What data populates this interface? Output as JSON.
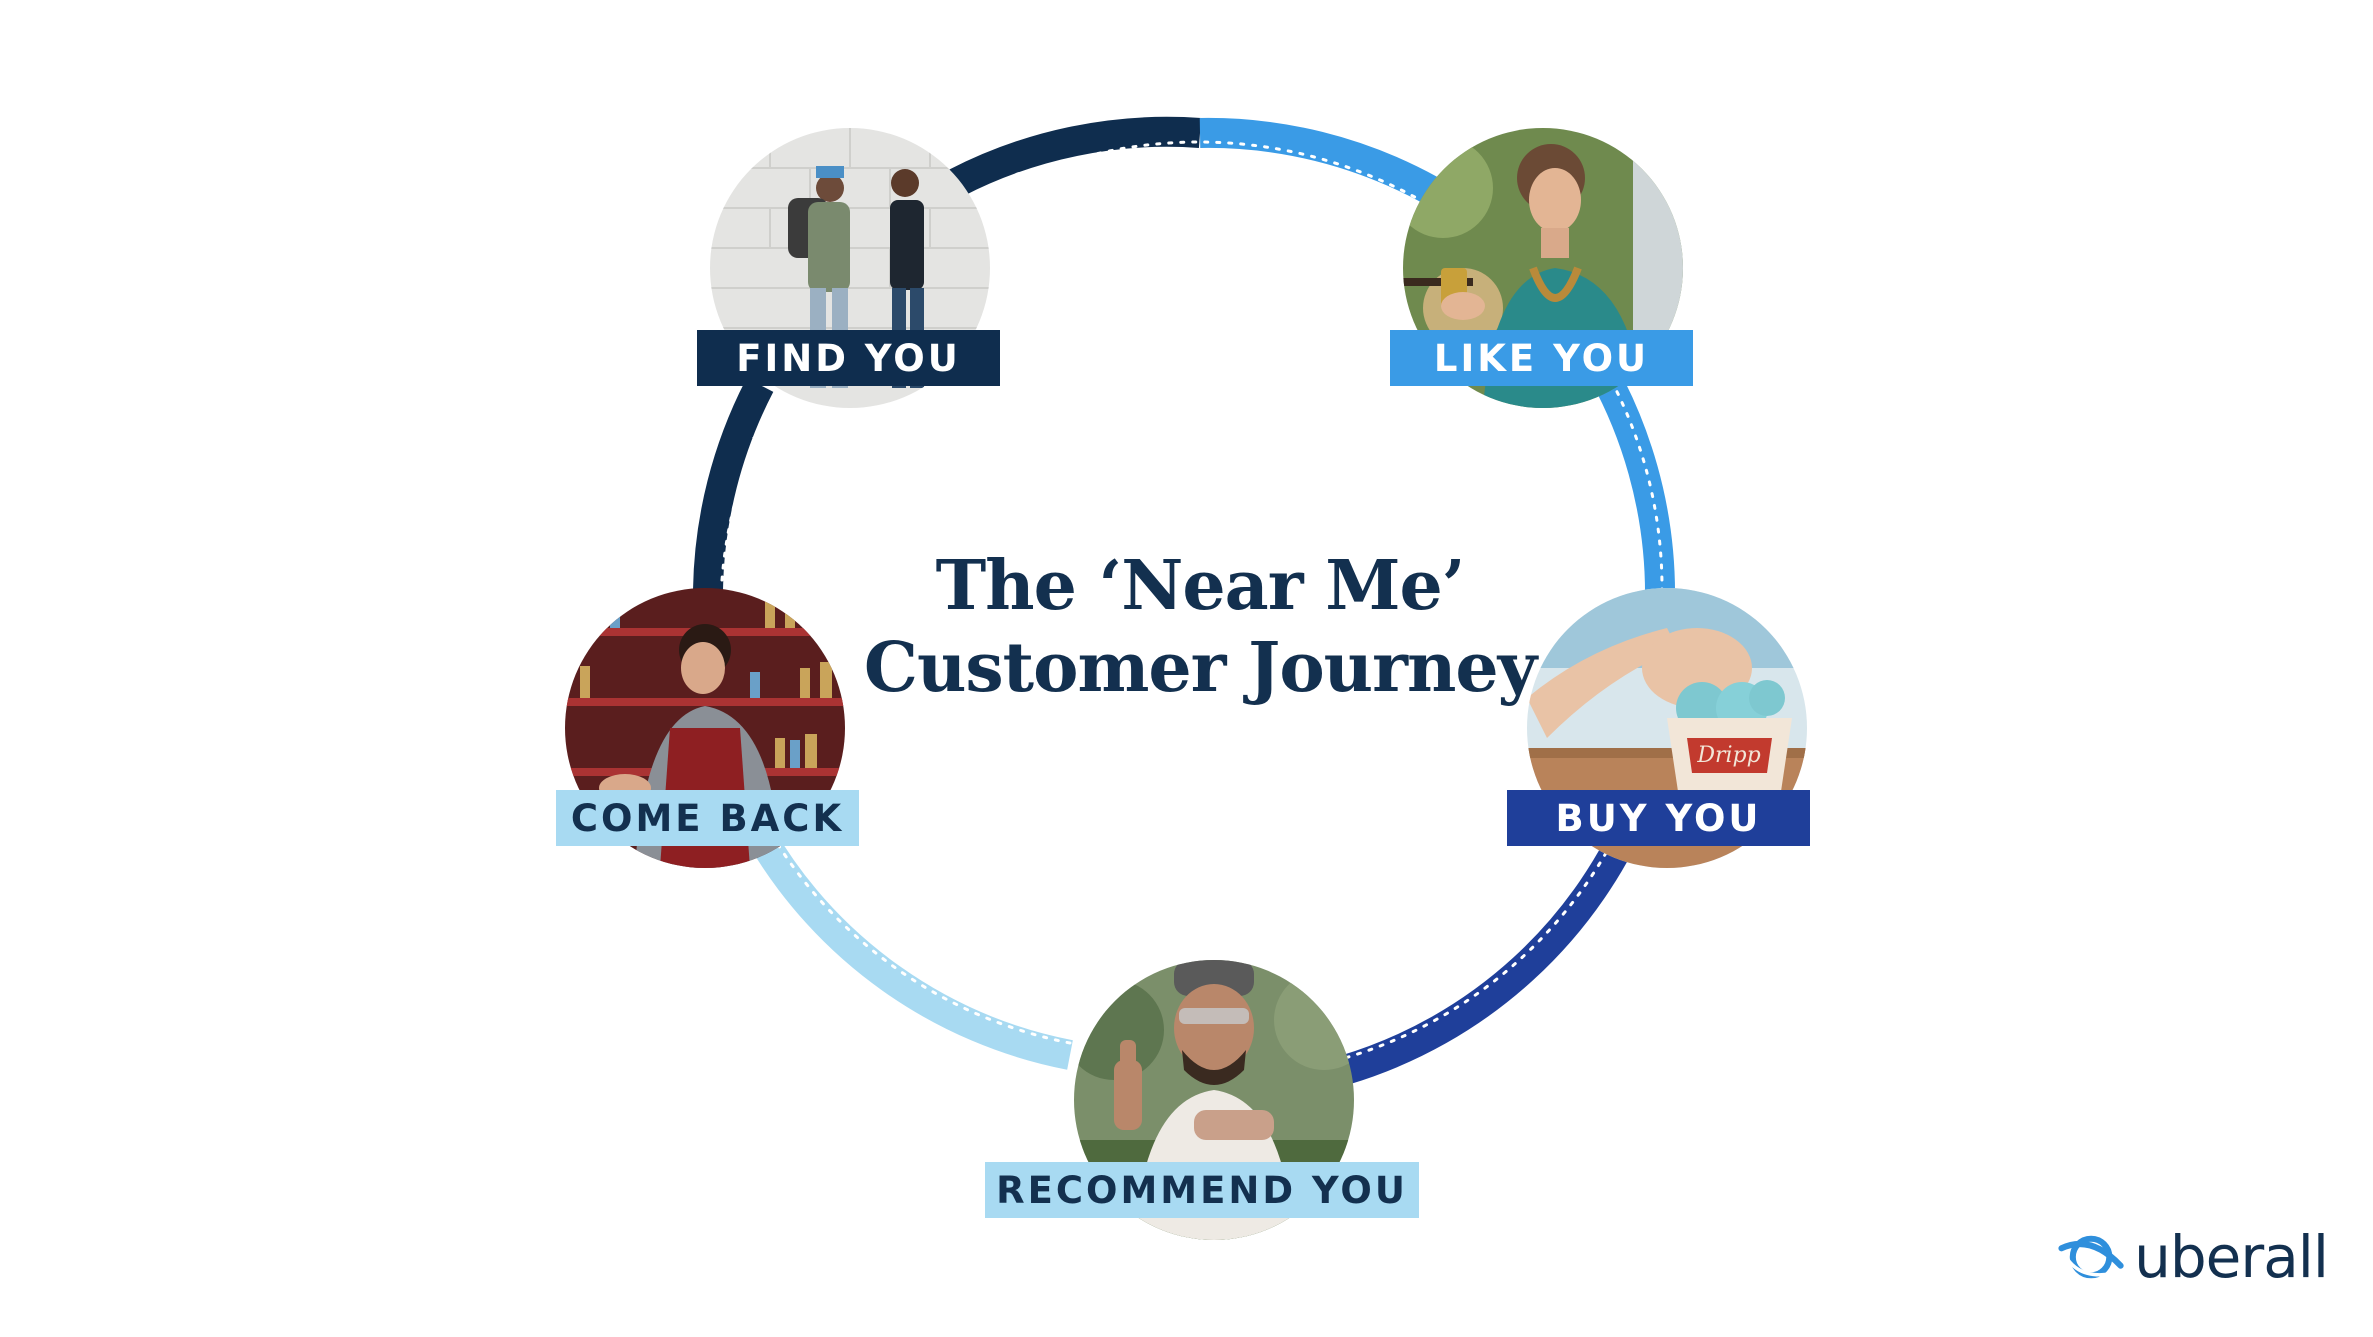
{
  "title": {
    "line1": "The ‘Near Me’",
    "line2": "Customer Journey"
  },
  "steps": [
    {
      "label": "FIND YOU",
      "color": "#0f2d4e",
      "text_color": "#ffffff",
      "icon": "people-with-phones-photo"
    },
    {
      "label": "LIKE YOU",
      "color": "#3a9be6",
      "text_color": "#ffffff",
      "icon": "smiling-woman-photo"
    },
    {
      "label": "BUY YOU",
      "color": "#1f3f9a",
      "text_color": "#ffffff",
      "icon": "ice-cream-photo"
    },
    {
      "label": "RECOMMEND YOU",
      "color": "#a8daf2",
      "text_color": "#13304f",
      "icon": "thumbs-up-man-photo"
    },
    {
      "label": "COME BACK",
      "color": "#a8daf2",
      "text_color": "#13304f",
      "icon": "bartender-photo"
    }
  ],
  "brand": {
    "name": "uberall",
    "color": "#13304f",
    "accent": "#2f8fdc"
  }
}
